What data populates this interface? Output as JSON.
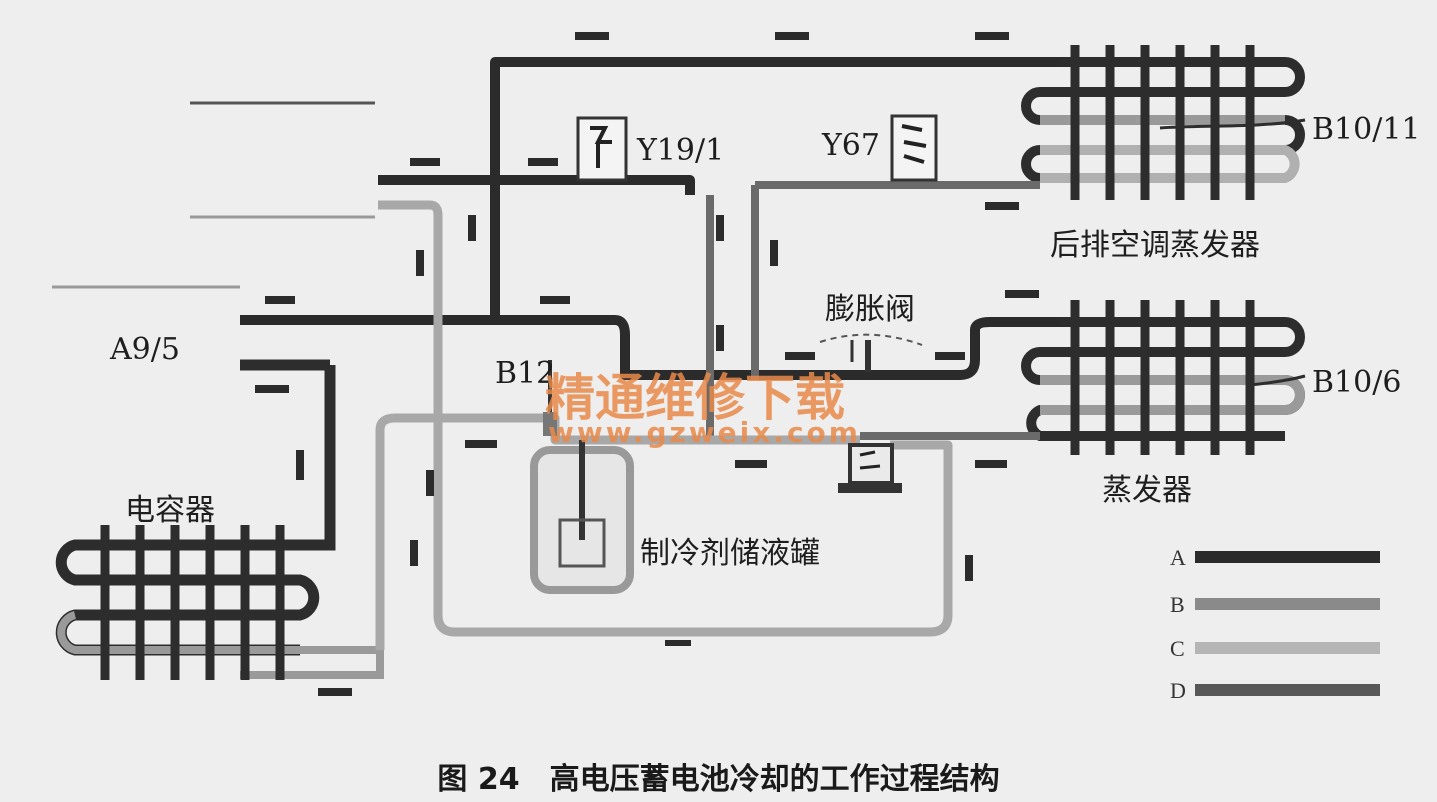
{
  "labels": {
    "a9_5": "A9/5",
    "y19_1": "Y19/1",
    "y67": "Y67",
    "b10_11": "B10/11",
    "b10_6": "B10/6",
    "b12": "B12",
    "rear_evaporator": "后排空调蒸发器",
    "expansion_valve": "膨胀阀",
    "evaporator": "蒸发器",
    "capacitor": "电容器",
    "receiver_tank": "制冷剂储液罐"
  },
  "legend": [
    {
      "key": "A",
      "color": "#2b2b2b"
    },
    {
      "key": "B",
      "color": "#8a8a8a"
    },
    {
      "key": "C",
      "color": "#b5b5b5"
    },
    {
      "key": "D",
      "color": "#585858"
    }
  ],
  "watermark": {
    "cn": "精通维修下载",
    "url": "www.gzweix.com",
    "color": "#e98a4a"
  },
  "caption": "图 24　高电压蓄电池冷却的工作过程结构"
}
